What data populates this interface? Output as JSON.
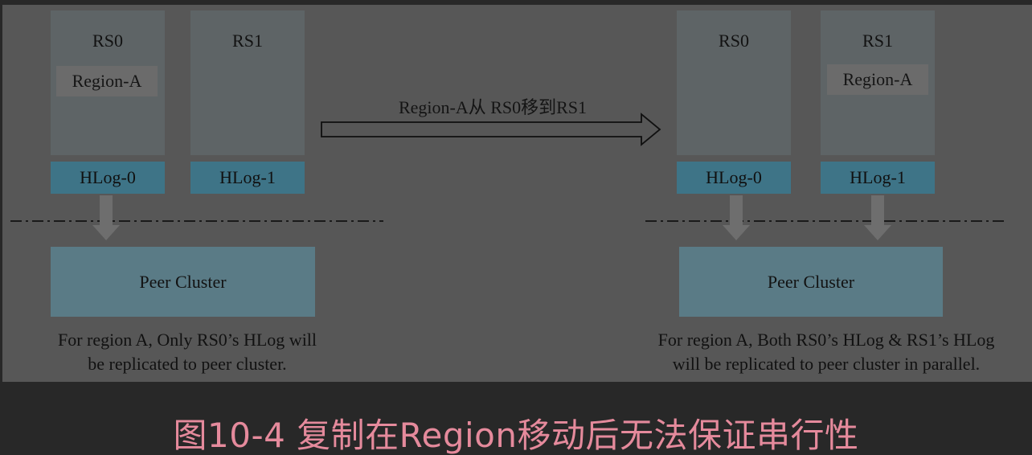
{
  "left": {
    "rs0": {
      "label": "RS0",
      "region": "Region-A",
      "hlog": "HLog-0"
    },
    "rs1": {
      "label": "RS1",
      "hlog": "HLog-1"
    },
    "peer_label": "Peer Cluster",
    "caption_line1": "For region A, Only RS0’s HLog will",
    "caption_line2": "be replicated to peer cluster."
  },
  "move": {
    "label": "Region-A从 RS0移到RS1"
  },
  "right": {
    "rs0": {
      "label": "RS0",
      "hlog": "HLog-0"
    },
    "rs1": {
      "label": "RS1",
      "region": "Region-A",
      "hlog": "HLog-1"
    },
    "peer_label": "Peer Cluster",
    "caption_line1": "For region A, Both RS0’s HLog & RS1’s HLog",
    "caption_line2": "will be replicated to peer cluster in parallel."
  },
  "figure_title": "图10-4 复制在Region移动后无法保证串行性",
  "colors": {
    "background": "#282828",
    "figure_bg": "#575757",
    "rs_box": "#5e6466",
    "region_box": "#6b6b6b",
    "hlog_box": "#3e7487",
    "peer_box": "#5a7b86",
    "title": "#e58a9c"
  }
}
